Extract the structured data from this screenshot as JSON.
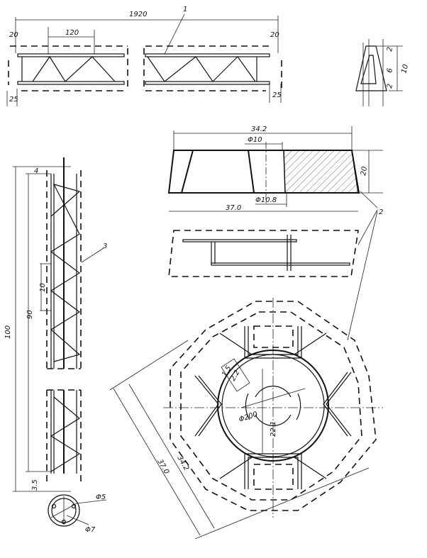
{
  "beam": {
    "total_length": "1920",
    "panel_spacing": "120",
    "top_left_offset": "20",
    "top_right_offset": "20",
    "bottom_left_offset": "25",
    "bottom_right_offset": "25",
    "callout": "1"
  },
  "profile": {
    "height": "10",
    "top": "2",
    "middle": "6",
    "bottom": "2"
  },
  "section": {
    "top_width": "34.2",
    "hole_top": "Φ10",
    "hole_bottom": "Φ10.8",
    "bottom_width": "37.0",
    "height": "20",
    "callout": "2"
  },
  "column": {
    "total_length": "100",
    "inner_length": "90",
    "spiral_pitch": "10",
    "end_offset": "3.5",
    "top_offset": "4",
    "callout": "3",
    "bar_diameter": "Φ5",
    "spiral_diameter": "Φ7"
  },
  "plan": {
    "ring_diameter": "Φ200",
    "radius": "22.1",
    "inner_width": "34.2",
    "outer_width": "37.0",
    "detail_a": "1.5",
    "detail_b": "2.2"
  }
}
